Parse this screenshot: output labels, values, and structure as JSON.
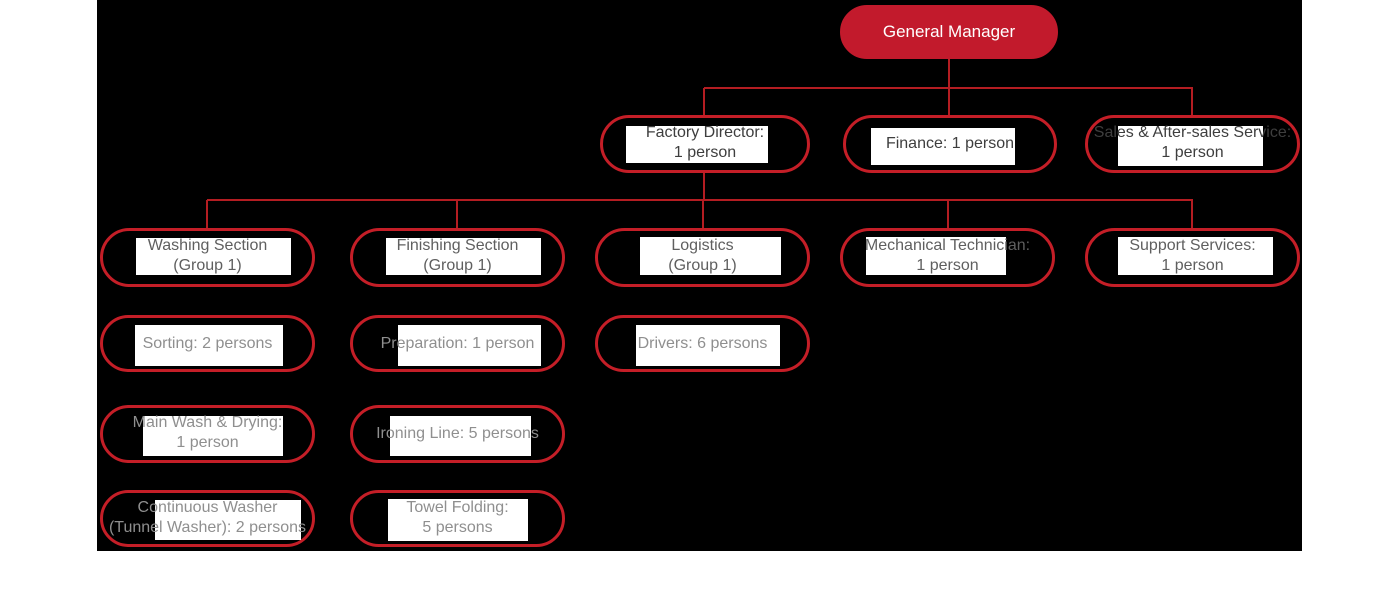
{
  "diagram": {
    "type": "org-chart",
    "nodes": {
      "general_manager": {
        "line1": "General Manager"
      },
      "factory_director": {
        "line1": "Factory Director:",
        "line2": "1 person",
        "parent": "general_manager"
      },
      "finance": {
        "line1": "Finance: 1 person",
        "parent": "general_manager"
      },
      "sales_service": {
        "line1": "Sales & After-sales Service:",
        "line2": "1 person",
        "parent": "general_manager"
      },
      "washing_section": {
        "line1": "Washing Section",
        "line2": "(Group 1)",
        "parent": "factory_director"
      },
      "finishing_section": {
        "line1": "Finishing Section",
        "line2": "(Group 1)",
        "parent": "factory_director"
      },
      "logistics": {
        "line1": "Logistics",
        "line2": "(Group 1)",
        "parent": "factory_director"
      },
      "mechanical_technician": {
        "line1": "Mechanical Technician:",
        "line2": "1 person",
        "parent": "factory_director"
      },
      "support_services": {
        "line1": "Support Services:",
        "line2": "1 person",
        "parent": "factory_director"
      },
      "sorting": {
        "line1": "Sorting: 2 persons",
        "stacked_under": "washing_section"
      },
      "main_wash": {
        "line1": "Main Wash & Drying:",
        "line2": "1 person",
        "stacked_under": "washing_section"
      },
      "continuous_washer": {
        "line1": "Continuous Washer",
        "line2": "(Tunnel Washer): 2 persons",
        "stacked_under": "washing_section"
      },
      "preparation": {
        "line1": "Preparation: 1 person",
        "stacked_under": "finishing_section"
      },
      "ironing_line": {
        "line1": "Ironing Line: 5 persons",
        "stacked_under": "finishing_section"
      },
      "towel_folding": {
        "line1": "Towel Folding:",
        "line2": "5 persons",
        "stacked_under": "finishing_section"
      },
      "drivers": {
        "line1": "Drivers: 6 persons",
        "stacked_under": "logistics"
      }
    }
  },
  "colors": {
    "page_background": "#ffffff",
    "canvas_background": "#000000",
    "accent_red_fill": "#c21a2c",
    "accent_red_stroke": "#c41e27",
    "connector_red": "#b41d22",
    "label_background": "#ffffff",
    "root_text": "#ffffff",
    "level2_text": "#3e3e3e",
    "level3_text": "#5f5f5f",
    "detail_text": "#8f8f8f"
  }
}
